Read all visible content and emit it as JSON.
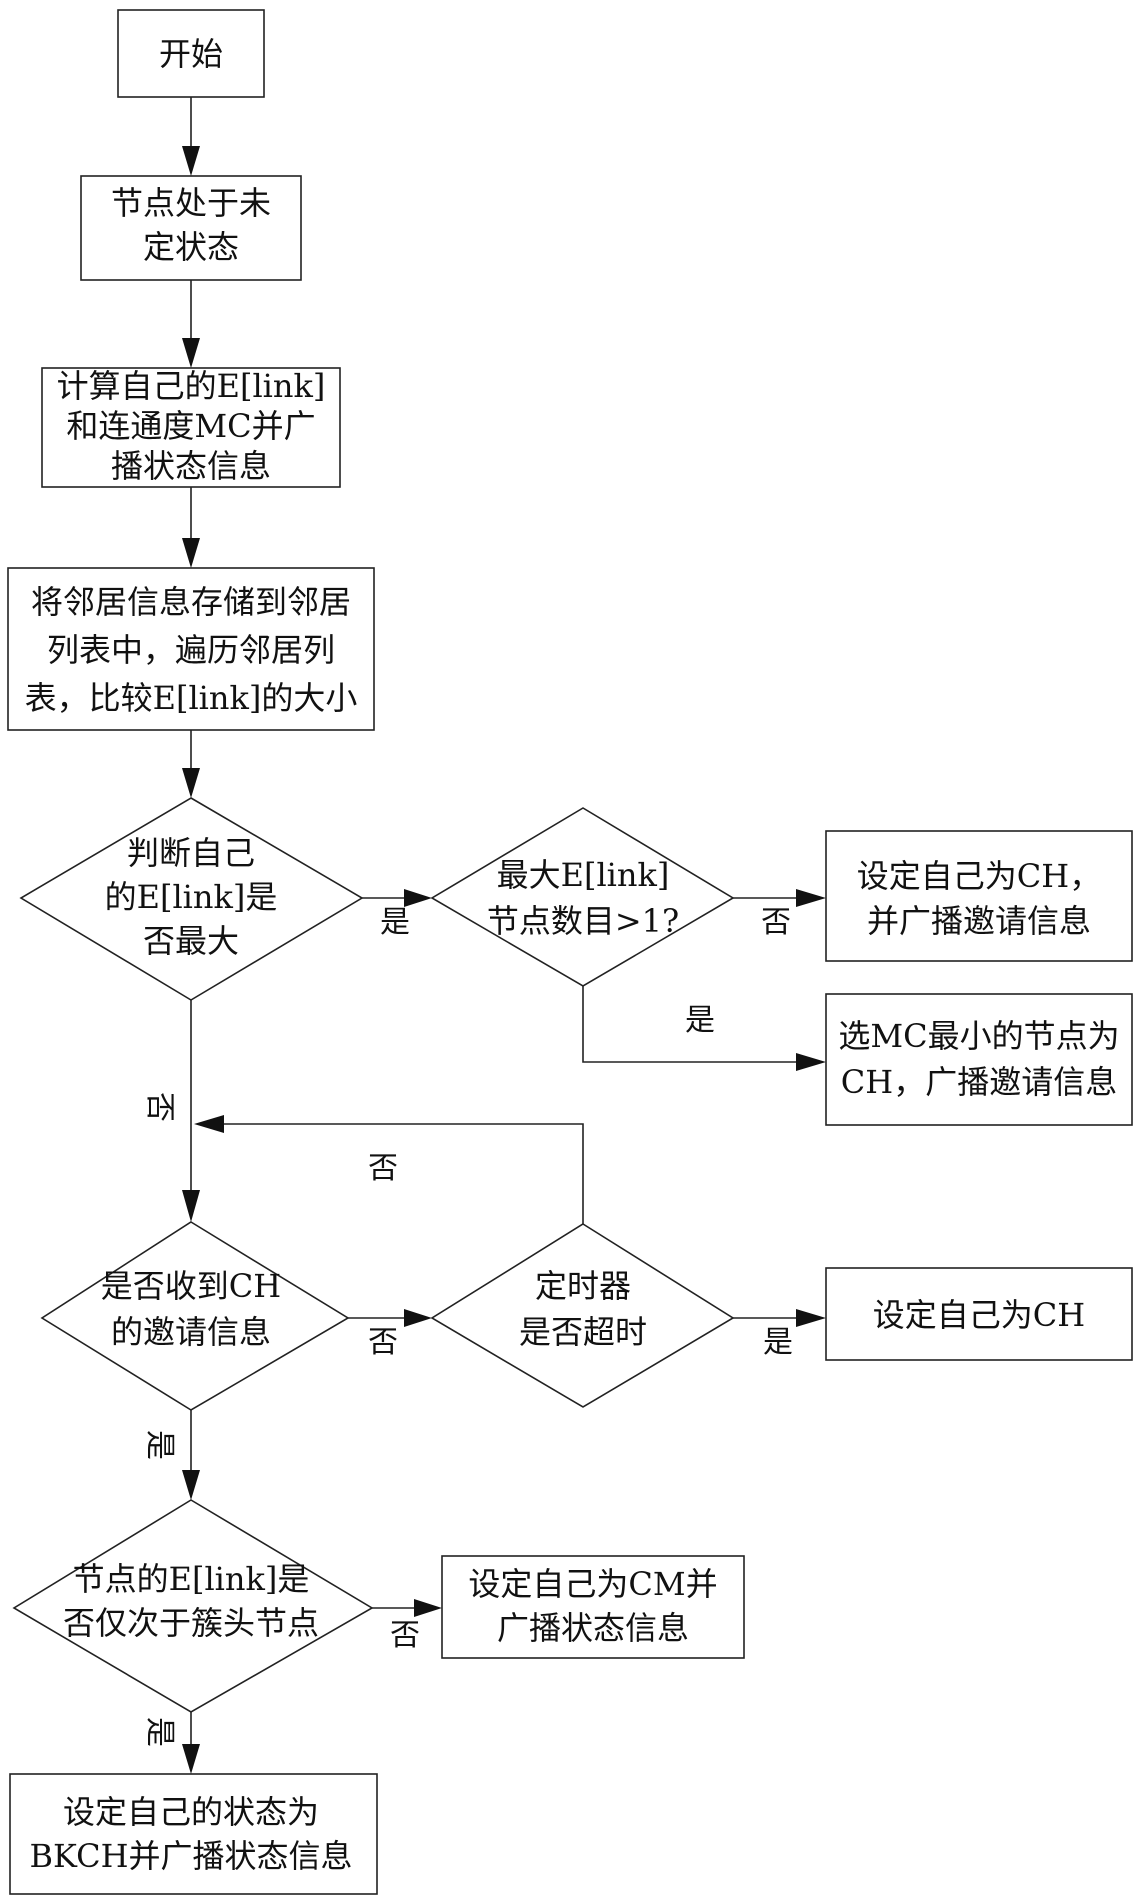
{
  "nodes": {
    "start": {
      "lines": [
        "开始"
      ]
    },
    "undetermined": {
      "lines": [
        "节点处于未",
        "定状态"
      ]
    },
    "compute": {
      "lines": [
        "计算自己的E[link]",
        "和连通度MC并广",
        "播状态信息"
      ]
    },
    "store": {
      "lines": [
        "将邻居信息存储到邻居",
        "列表中，遍历邻居列",
        "表，比较E[link]的大小"
      ]
    },
    "is_max": {
      "lines": [
        "判断自己",
        "的E[link]是",
        "否最大"
      ]
    },
    "count_max": {
      "lines": [
        "最大E[link]",
        "节点数目>1?"
      ]
    },
    "set_ch_invite": {
      "lines": [
        "设定自己为CH，",
        "并广播邀请信息"
      ]
    },
    "min_mc": {
      "lines": [
        "选MC最小的节点为",
        "CH，广播邀请信息"
      ]
    },
    "received_invite": {
      "lines": [
        "是否收到CH",
        "的邀请信息"
      ]
    },
    "timer": {
      "lines": [
        "定时器",
        "是否超时"
      ]
    },
    "set_ch": {
      "lines": [
        "设定自己为CH"
      ]
    },
    "second_only": {
      "lines": [
        "节点的E[link]是",
        "否仅次于簇头节点"
      ]
    },
    "set_cm": {
      "lines": [
        "设定自己为CM并",
        "广播状态信息"
      ]
    },
    "set_bkch": {
      "lines": [
        "设定自己的状态为",
        "BKCH并广播状态信息"
      ]
    }
  },
  "edge_labels": {
    "yes": "是",
    "no": "否"
  }
}
